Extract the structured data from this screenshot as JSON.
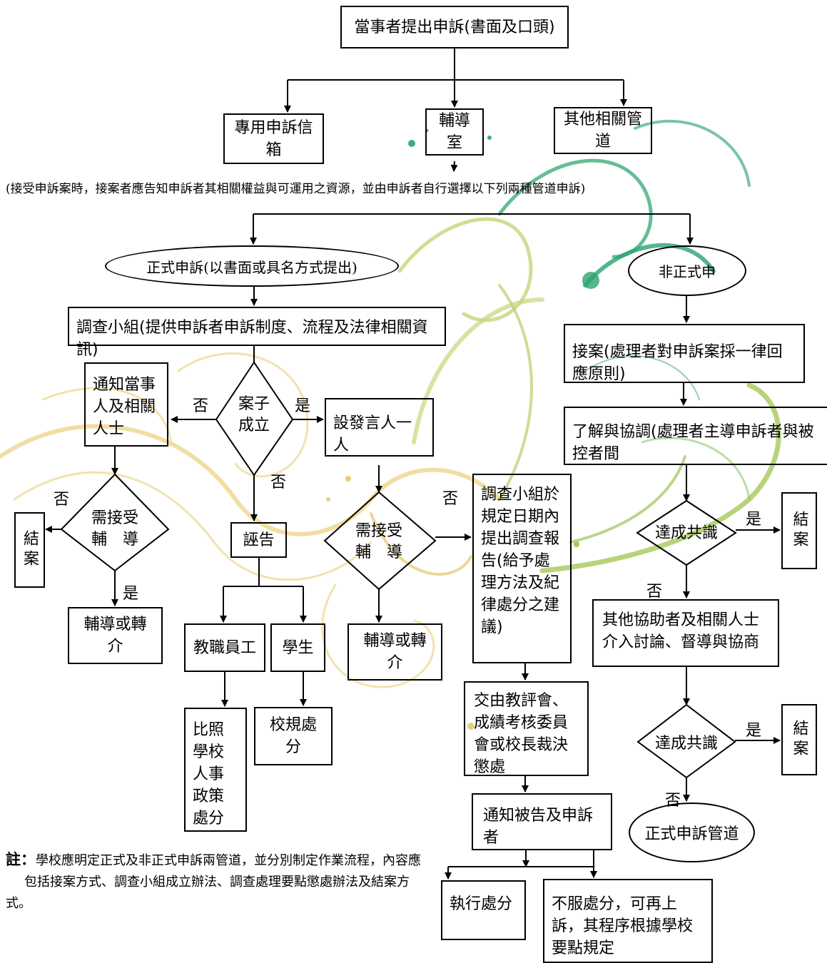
{
  "top": {
    "complaint": "當事者提出申訴(書面及口頭)"
  },
  "channels": {
    "mailbox": "專用申訴信箱",
    "counseling": "輔導室",
    "other": "其他相關管道"
  },
  "notice_line": "(接受申訴案時，接案者應告知申訴者其相關權益與可運用之資源，並由申訴者自行選擇以下列兩種管道申訴)",
  "formal": {
    "title": "正式申訴(以書面或具名方式提出)",
    "investigation": "調查小組(提供申訴者申訴制度、流程及法律相關資訊)",
    "case_decision": "案子\n成立",
    "notify": "通知當事人及相關人士",
    "appoint": "設發言人一人",
    "need_counsel_left": "需接受\n輔　導",
    "close_left": "結案",
    "counsel_left": "輔導或轉介",
    "false_accuse": "誣告",
    "staff": "教職員工",
    "student": "學生",
    "staff_penalty": "比照學校人事政策處分",
    "school_rules": "校規處分",
    "need_counsel_mid": "需接受\n輔　導",
    "counsel_mid": "輔導或轉介",
    "report": "調查小組於規定日期內提出調查報告(給予處理方法及紀律處分之建議)",
    "committee": "交由教評會、成績考核委員會或校長裁決懲處",
    "notify_parties": "通知被告及申訴者",
    "execute": "執行處分",
    "appeal": "不服處分，可再上訴，其程序根據學校要點規定"
  },
  "informal": {
    "title": "非正式申",
    "intake": "接案(處理者對申訴案採一律回應原則)",
    "mediate": "了解與協調(處理者主導申訴者與被控者間",
    "consensus1": "達成共識",
    "close1": "結案",
    "others": "其他協助者及相關人士介入討論、督導與協商",
    "consensus2": "達成共識",
    "close2": "結案",
    "formal_channel": "正式申訴管道"
  },
  "labels": {
    "yes": "是",
    "no": "否"
  },
  "footnote": {
    "prefix": "註：",
    "line1": "學校應明定正式及非正式申訴兩管道，並分別制定作業流程，內容應",
    "line2": "包括接案方式、調查小組成立辦法、調查處理要點懲處辦法及結案方式。"
  },
  "colors": {
    "gold": "#e8cf78",
    "green": "#8fbf4a",
    "teal": "#2aa272"
  }
}
